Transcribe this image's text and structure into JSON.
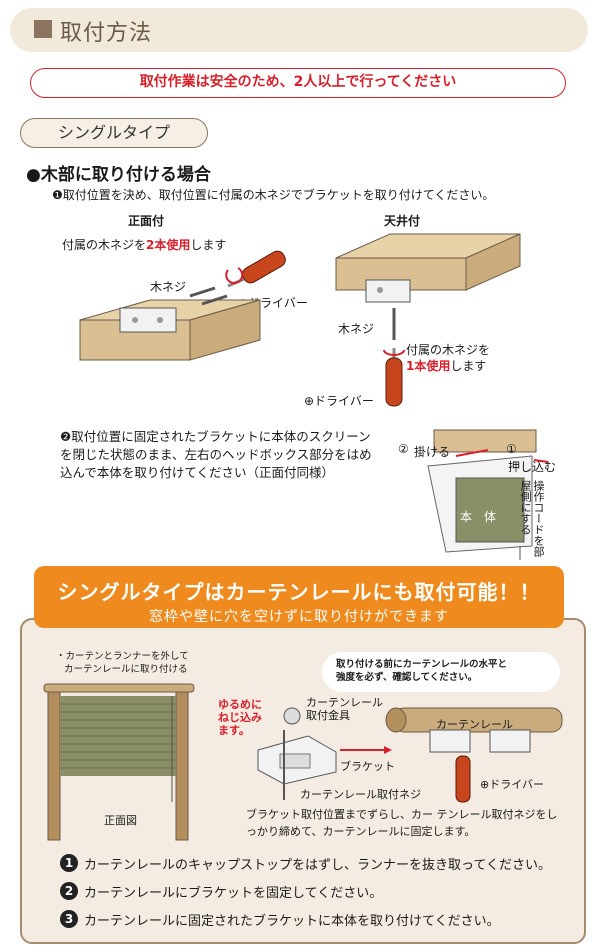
{
  "header": {
    "title": "取付方法"
  },
  "safety_notice": "取付作業は安全のため、2人以上で行ってください",
  "single_type": {
    "label": "シングルタイプ",
    "wood_heading": "●木部に取り付ける場合",
    "step1_num": "❶",
    "step1": "取付位置を決め、取付位置に付属の木ネジでブラケットを取り付けてください。",
    "front": {
      "title": "正面付",
      "screw_pre": "付属の木ネジを",
      "screw_emph": "2本使用",
      "screw_post": "します",
      "wood_screw": "木ネジ",
      "driver": "⊕ドライバー"
    },
    "ceiling": {
      "title": "天井付",
      "wood_screw": "木ネジ",
      "screw_line1": "付属の木ネジを",
      "screw_emph": "1本使用",
      "screw_post": "します",
      "driver": "⊕ドライバー"
    },
    "step2_num": "❷",
    "step2": "取付位置に固定されたブラケットに本体のスクリーンを閉じた状態のまま、左右のヘッドボックス部分をはめ込んで本体を取り付けてください（正面付同様）",
    "install": {
      "num2": "②",
      "hook": "掛ける",
      "num1": "①",
      "push": "押し込む",
      "body": "本　体",
      "cord_note": "操作コードを部屋側にする"
    }
  },
  "curtain_rail": {
    "banner_title": "シングルタイプはカーテンレールにも取付可能！！",
    "banner_sub": "窓枠や壁に穴を空けずに取り付けができます",
    "left_note_1": "・カーテンとランナーを外して",
    "left_note_2": "カーテンレールに取り付ける",
    "front_view": "正面図",
    "bubble_line1": "取り付ける前にカーテンレールの水平と",
    "bubble_line2": "強度を必ず、確認してください。",
    "tighten_1": "ゆるめに",
    "tighten_2": "ねじ込み",
    "tighten_3": "ます。",
    "fitting_1": "カーテンレール",
    "fitting_2": "取付金具",
    "rail": "カーテンレール",
    "bracket": "ブラケット",
    "rail_screw": "カーテンレール取付ネジ",
    "driver": "⊕ドライバー",
    "slide_note": "ブラケット取付位置までずらし、カー テンレール取付ネジをしっかり締めて、カーテンレールに固定します。",
    "steps": [
      {
        "num": "1",
        "text": "カーテンレールのキャップストップをはずし、ランナーを抜き取ってください。"
      },
      {
        "num": "2",
        "text": "カーテンレールにブラケットを固定してください。"
      },
      {
        "num": "3",
        "text": "カーテンレールに固定されたブラケットに本体を取り付けてください。"
      }
    ]
  },
  "colors": {
    "accent_red": "#d8202c",
    "banner_orange": "#ee8a1e",
    "panel_beige": "#f4ece2",
    "header_beige": "#f1e9da",
    "wood": "#d9bf92"
  }
}
